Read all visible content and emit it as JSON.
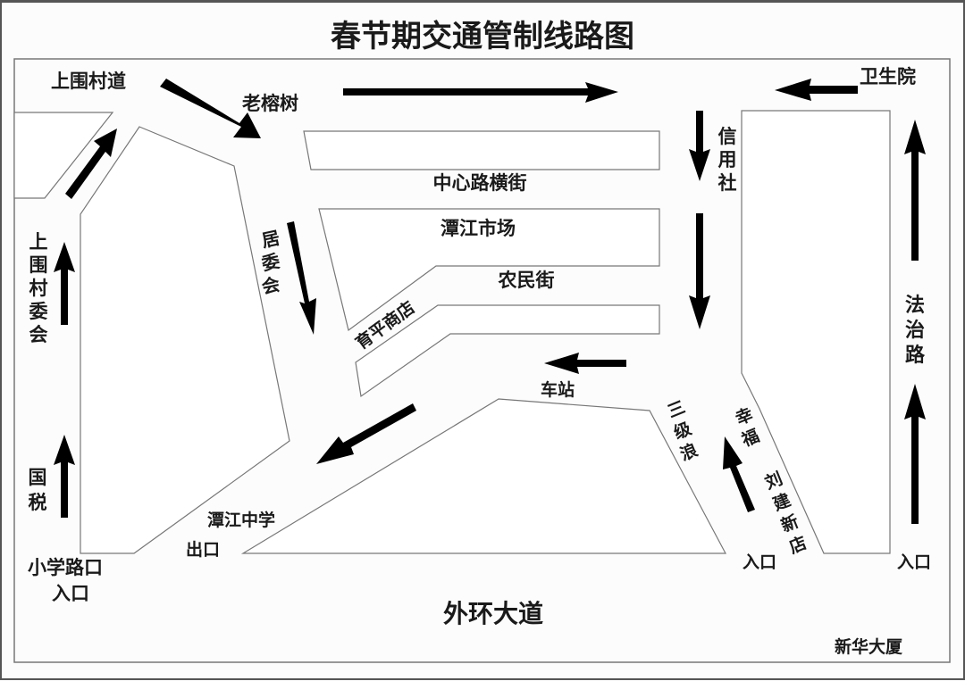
{
  "title": "春节期交通管制线路图",
  "colors": {
    "background": "#fdfcfd",
    "block_fill": "#ffffff",
    "line": "#777777",
    "arrow": "#000000",
    "text": "#1a1a1a"
  },
  "labels": {
    "shangweicun_dao": "上围村道",
    "laorong_shu": "老榕树",
    "weisheng_yuan": "卫生院",
    "xinyong_she": "信用社",
    "zhongxin_lu_hengjie": "中心路横街",
    "tanjiang_shichang": "潭江市场",
    "nongmin_jie": "农民街",
    "yuping_shangdian": "育平商店",
    "ju_weihui": "居委会",
    "shangweicun_weihui": "上围村委会",
    "fazhi_lu": "法治路",
    "chezhan": "车站",
    "sanji_lang": "三级浪",
    "xingfu": "幸福",
    "liujian_xindian": "刘建新店",
    "guoshui": "国税",
    "xiaoxue_lukou": "小学路口",
    "entrance_left": "入口",
    "tanjiang_zhongxue": "潭江中学",
    "exit_label": "出口",
    "entrance_middle": "入口",
    "entrance_right": "入口",
    "waihuan_dadao": "外环大道",
    "xinhua_dasha": "新华大厦"
  },
  "arrows": [
    {
      "id": "arrow-shangweicun-to-laorongshu",
      "direction": "down-right"
    },
    {
      "id": "arrow-laorongshu-east",
      "direction": "right"
    },
    {
      "id": "arrow-weishengyuan-west",
      "direction": "left"
    },
    {
      "id": "arrow-xinyongshe-south-1",
      "direction": "down"
    },
    {
      "id": "arrow-xinyongshe-south-2",
      "direction": "down"
    },
    {
      "id": "arrow-fazhilu-north-1",
      "direction": "up"
    },
    {
      "id": "arrow-fazhilu-north-2",
      "direction": "up"
    },
    {
      "id": "arrow-shangweicun-diagonal",
      "direction": "up-right"
    },
    {
      "id": "arrow-shangweicun-weihui-north",
      "direction": "up"
    },
    {
      "id": "arrow-guoshui-north",
      "direction": "up"
    },
    {
      "id": "arrow-juweihui-south",
      "direction": "down"
    },
    {
      "id": "arrow-chezhan-west",
      "direction": "left"
    },
    {
      "id": "arrow-tanjiang-southwest",
      "direction": "down-left"
    },
    {
      "id": "arrow-xingfu-north",
      "direction": "up-left"
    }
  ]
}
